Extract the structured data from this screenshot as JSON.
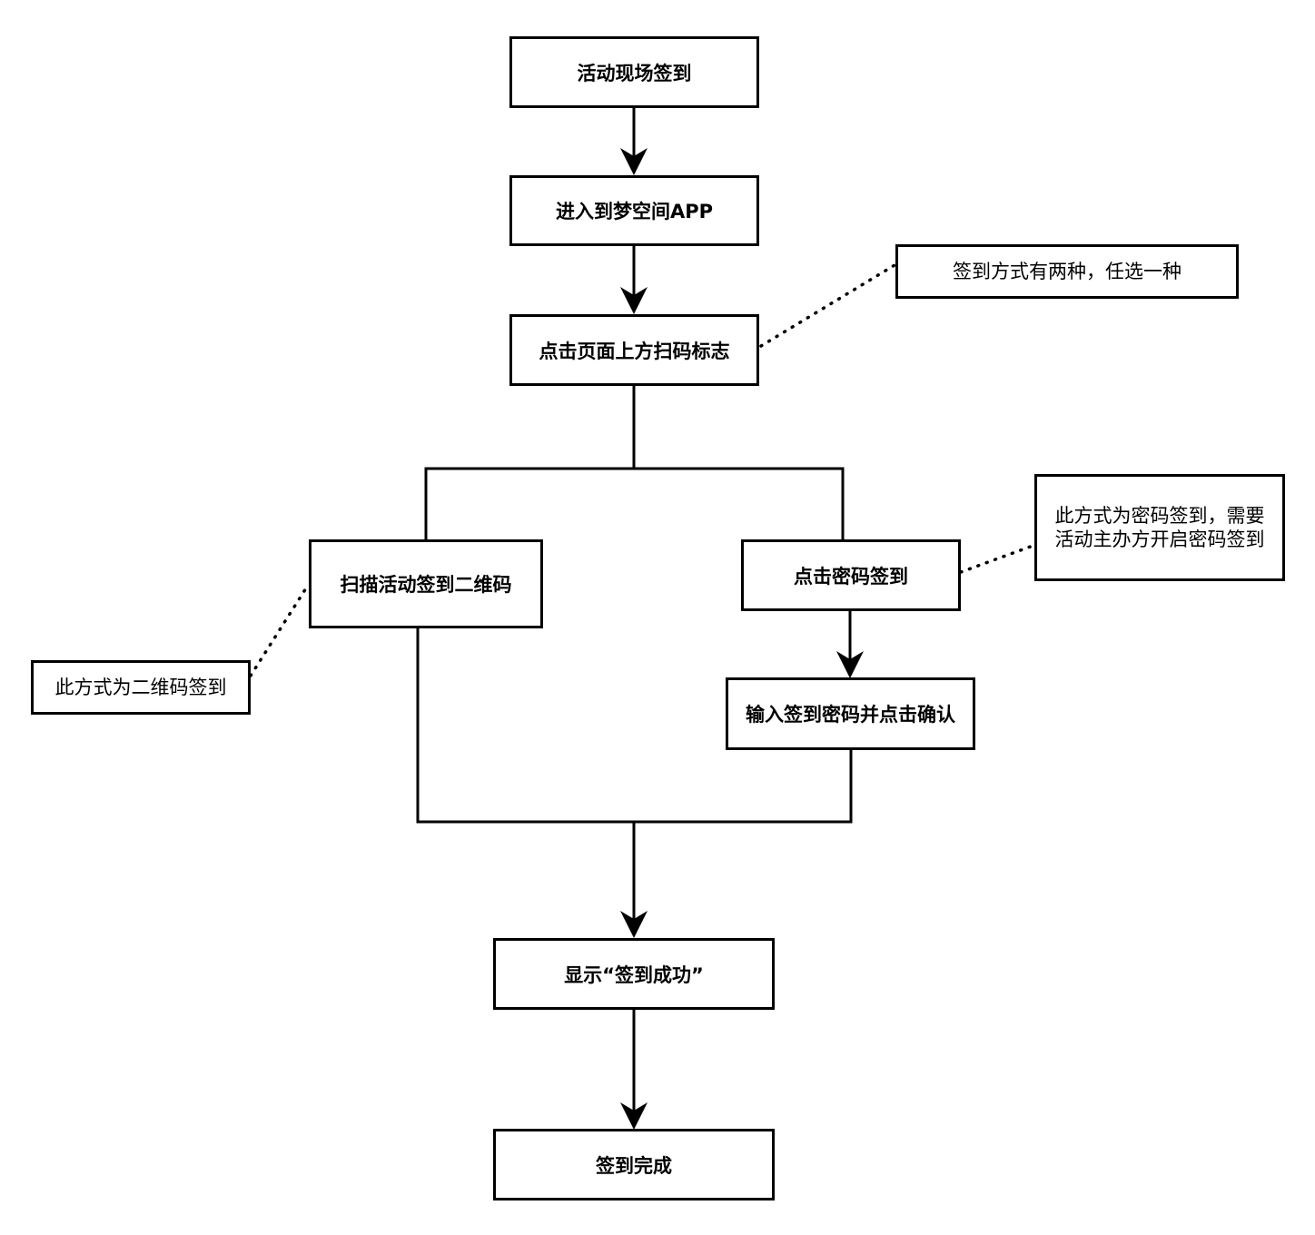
{
  "steps": {
    "start": "活动现场签到",
    "enter_app": "进入到梦空间APP",
    "click_scan": "点击页面上方扫码标志",
    "scan_qr": "扫描活动签到二维码",
    "click_password": "点击密码签到",
    "input_password": "输入签到密码并点击确认",
    "show_success": "显示“签到成功”",
    "done": "签到完成"
  },
  "notes": {
    "two_ways": "签到方式有两种，任选一种",
    "qr_note": "此方式为二维码签到",
    "password_note_line1": "此方式为密码签到，需要",
    "password_note_line2": "活动主办方开启密码签到"
  },
  "colors": {
    "stroke": "#000000",
    "background": "#ffffff"
  }
}
